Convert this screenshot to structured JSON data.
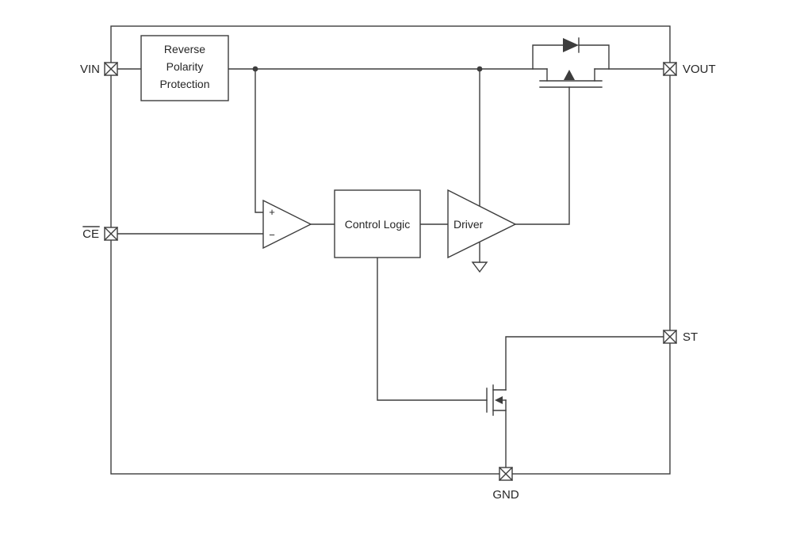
{
  "colors": {
    "line": "#3d3d3d",
    "text": "#262626",
    "background": "#ffffff"
  },
  "pins": {
    "vin": {
      "label": "VIN"
    },
    "ce": {
      "label": "CE"
    },
    "vout": {
      "label": "VOUT"
    },
    "st": {
      "label": "ST"
    },
    "gnd": {
      "label": "GND"
    }
  },
  "blocks": {
    "reverse_polarity": {
      "line1": "Reverse",
      "line2": "Polarity",
      "line3": "Protection"
    },
    "control_logic": {
      "label": "Control Logic"
    },
    "driver": {
      "label": "Driver"
    },
    "comparator": {
      "plus": "+",
      "minus": "−"
    }
  }
}
